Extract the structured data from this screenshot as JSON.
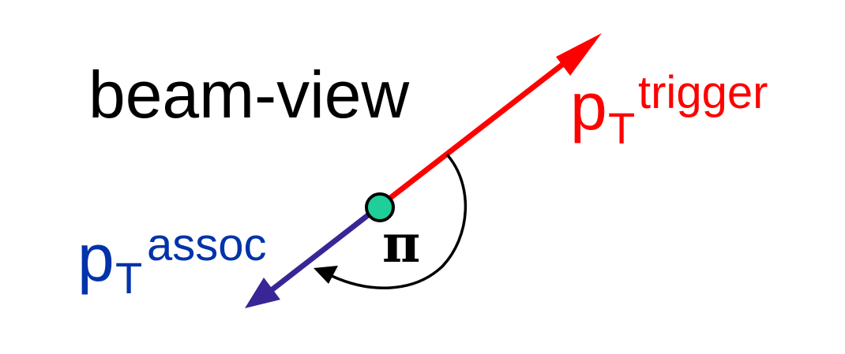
{
  "title": "beam-view",
  "vectors": {
    "trigger": {
      "symbol": "p",
      "subscript": "T",
      "superscript": "trigger",
      "color": "#ff0000"
    },
    "assoc": {
      "symbol": "p",
      "subscript": "T",
      "superscript": "assoc",
      "color": "#0033aa",
      "arrow_color": "#3a2596"
    }
  },
  "origin": {
    "fill_color": "#1ecf9a"
  },
  "angle": {
    "label": "π",
    "arc_color": "#000000"
  }
}
